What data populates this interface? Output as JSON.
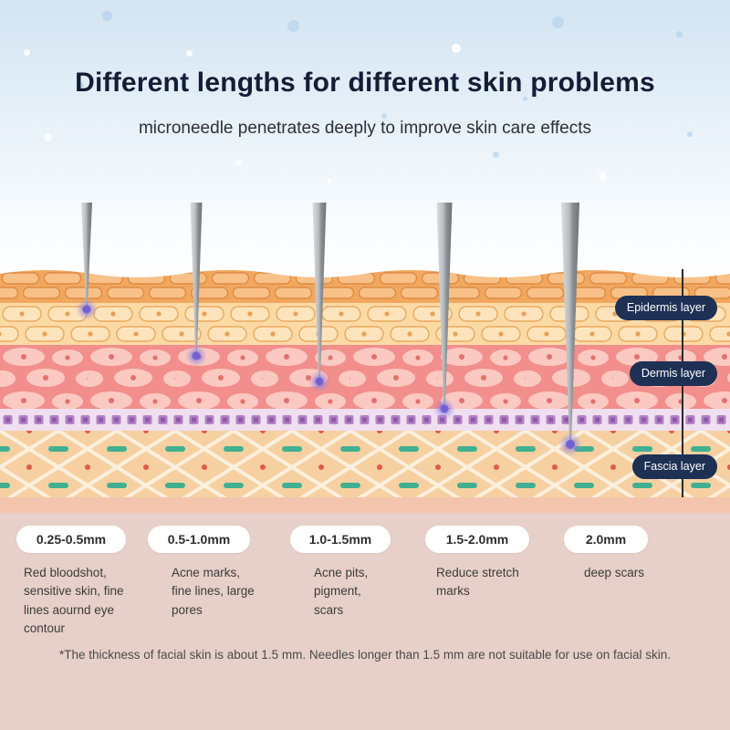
{
  "header": {
    "title": "Different lengths for different skin problems",
    "subtitle": "microneedle penetrates deeply to improve skin care effects"
  },
  "skin_layers": [
    {
      "label": "Epidermis layer"
    },
    {
      "label": "Dermis layer"
    },
    {
      "label": "Fascia layer"
    }
  ],
  "needle_specs": [
    {
      "length": "0.25-0.5mm",
      "uses": "Red bloodshot, sensitive skin, fine lines aournd eye contour"
    },
    {
      "length": "0.5-1.0mm",
      "uses": "Acne marks, fine lines, large pores"
    },
    {
      "length": "1.0-1.5mm",
      "uses": "Acne pits, pigment, scars"
    },
    {
      "length": "1.5-2.0mm",
      "uses": "Reduce stretch marks"
    },
    {
      "length": "2.0mm",
      "uses": "deep scars"
    }
  ],
  "footnote": "*The thickness of facial skin is about 1.5 mm. Needles longer than 1.5 mm are not suitable for use on facial skin.",
  "colors": {
    "title_text": "#141c36",
    "header_bg": "#d3e4f2",
    "layer_pill_bg": "#1e3054",
    "bottom_bg": "#e7d0c9",
    "epidermis_band": "#f2a75f",
    "dermis_band": "#f28e8c",
    "fascia_band": "#f6d0a1",
    "needle_glow": "#7668d6"
  }
}
